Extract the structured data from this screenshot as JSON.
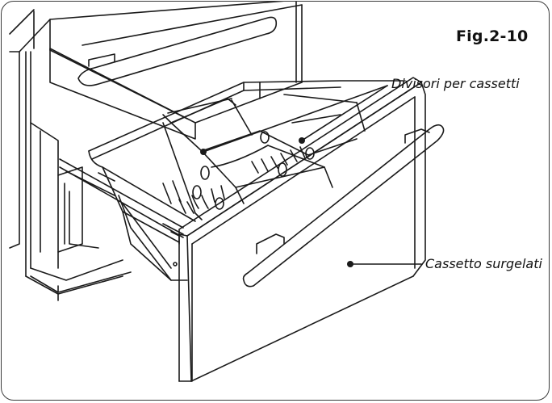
{
  "figure": {
    "label": "Fig.2-10"
  },
  "callouts": {
    "dividers": "Divisori per cassetti",
    "freezer_drawer": "Cassetto surgelati"
  },
  "colors": {
    "line": "#1a1a1a",
    "frame": "#3a3a3a",
    "background": "#ffffff"
  }
}
